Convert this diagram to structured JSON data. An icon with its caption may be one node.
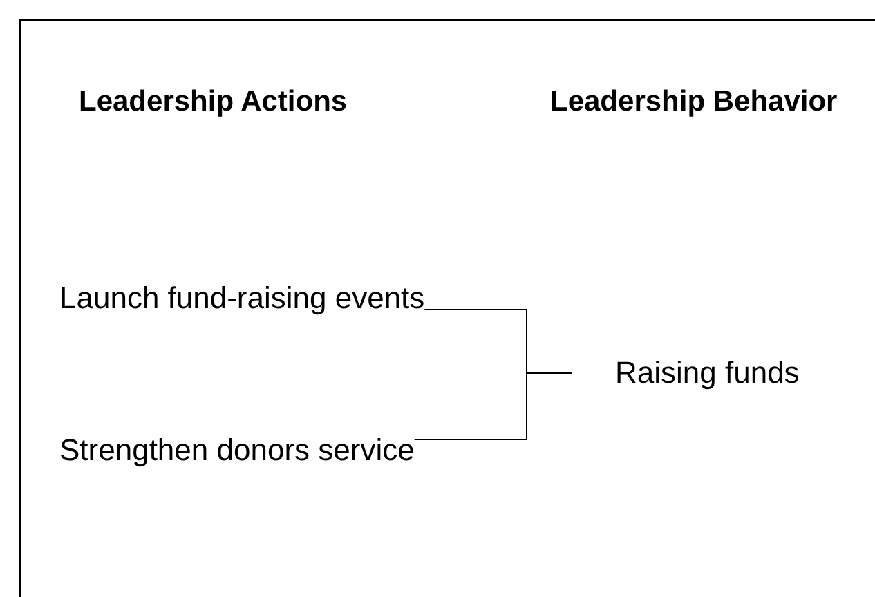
{
  "diagram": {
    "nodes": [
      {
        "text": [
          "Launch fund-raising events"
        ]
      },
      {
        "text": [
          "Strengthen donors service"
        ]
      },
      {
        "text": [
          "Raising funds"
        ]
      }
    ],
    "edges": [
      {
        "from": 0,
        "to": 2,
        "arrow": "none"
      },
      {
        "from": 1,
        "to": 2,
        "arrow": "none"
      }
    ],
    "labels": [
      "Leadership Actions",
      "Leadership Behavior"
    ]
  }
}
